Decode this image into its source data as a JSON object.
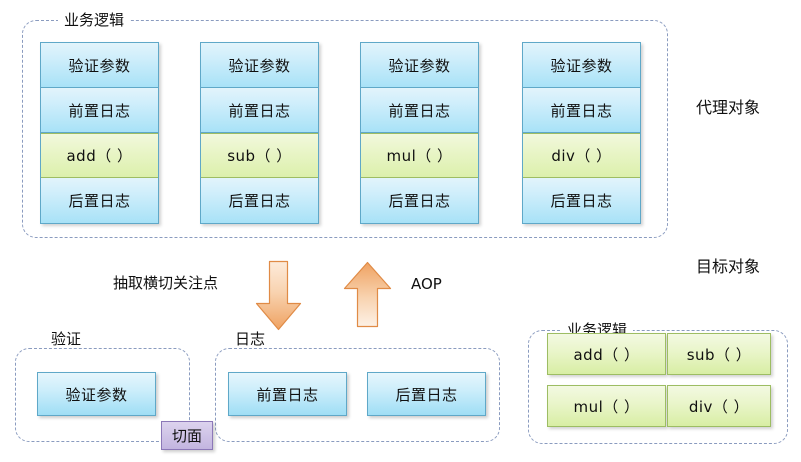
{
  "diagram": {
    "title_labels": {
      "proxy_object": "代理对象",
      "target_object": "目标对象"
    },
    "proxy_group": {
      "label": "业务逻辑",
      "columns": [
        {
          "cells": [
            {
              "text": "验证参数",
              "kind": "blue"
            },
            {
              "text": "前置日志",
              "kind": "blue"
            },
            {
              "text": "add（ ）",
              "kind": "green"
            },
            {
              "text": "后置日志",
              "kind": "blue"
            }
          ]
        },
        {
          "cells": [
            {
              "text": "验证参数",
              "kind": "blue"
            },
            {
              "text": "前置日志",
              "kind": "blue"
            },
            {
              "text": "sub（ ）",
              "kind": "green"
            },
            {
              "text": "后置日志",
              "kind": "blue"
            }
          ]
        },
        {
          "cells": [
            {
              "text": "验证参数",
              "kind": "blue"
            },
            {
              "text": "前置日志",
              "kind": "blue"
            },
            {
              "text": "mul（ ）",
              "kind": "green"
            },
            {
              "text": "后置日志",
              "kind": "blue"
            }
          ]
        },
        {
          "cells": [
            {
              "text": "验证参数",
              "kind": "blue"
            },
            {
              "text": "前置日志",
              "kind": "blue"
            },
            {
              "text": "div（ ）",
              "kind": "green"
            },
            {
              "text": "后置日志",
              "kind": "blue"
            }
          ]
        }
      ]
    },
    "middle": {
      "extract_label": "抽取横切关注点",
      "aop_label": "AOP",
      "down_arrow": "down-arrow",
      "up_arrow": "up-arrow",
      "arrow_color": "#F0A868"
    },
    "validate_group": {
      "label": "验证",
      "boxes": [
        {
          "text": "验证参数"
        }
      ]
    },
    "log_group": {
      "label": "日志",
      "boxes": [
        {
          "text": "前置日志"
        },
        {
          "text": "后置日志"
        }
      ]
    },
    "aspect_badge": {
      "text": "切面",
      "color": "#CEC2E6"
    },
    "target_group": {
      "label": "业务逻辑",
      "methods": [
        {
          "text": "add（ ）"
        },
        {
          "text": "sub（ ）"
        },
        {
          "text": "mul（ ）"
        },
        {
          "text": "div（ ）"
        }
      ]
    },
    "colors": {
      "dash_border": "#8A9BBF",
      "blue_fill": "#A8E2F7",
      "blue_border": "#5FA8C8",
      "green_fill": "#DCF0AC",
      "green_border": "#9DBD63"
    }
  }
}
